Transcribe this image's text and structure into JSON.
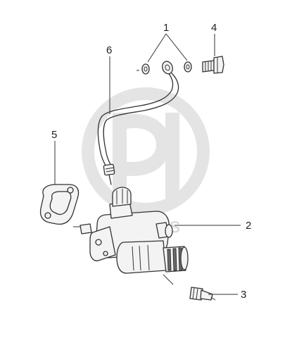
{
  "watermark": {
    "text": "daparts",
    "color": "#d6d6d6"
  },
  "callouts": {
    "c1": "1",
    "c2": "2",
    "c3": "3",
    "c4": "4",
    "c5": "5",
    "c6": "6"
  }
}
